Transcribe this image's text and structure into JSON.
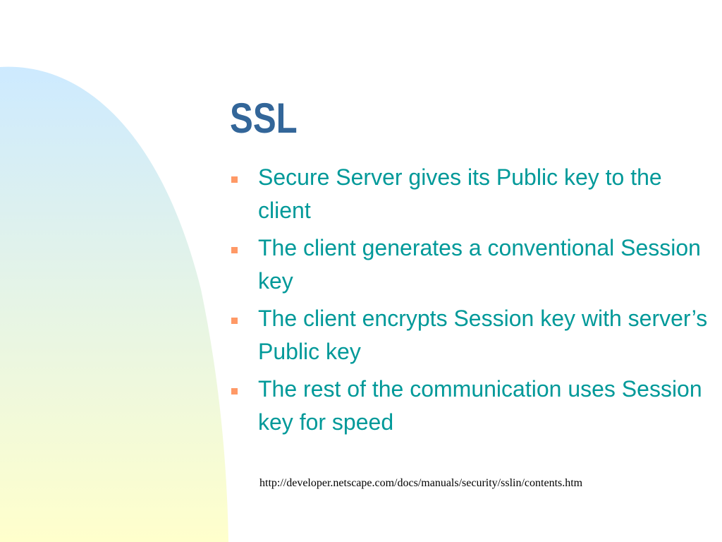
{
  "slide": {
    "title": "SSL",
    "bullets": [
      {
        "text": "Secure Server gives its Public key to the client"
      },
      {
        "text": "The client generates a conventional Session key"
      },
      {
        "text": "The client encrypts Session key with server’s Public key"
      },
      {
        "text": "The rest of the communication uses Session key for speed"
      }
    ],
    "source_link": "http://developer.netscape.com/docs/manuals/security/sslin/contents.htm"
  },
  "colors": {
    "title": "#336699",
    "bullet_text": "#009999",
    "bullet_marker": "#ff9966",
    "shape_top": "#cdeaff",
    "shape_bottom": "#ffffcc"
  },
  "icons": {
    "bullet_marker": "square-bullet-icon"
  }
}
